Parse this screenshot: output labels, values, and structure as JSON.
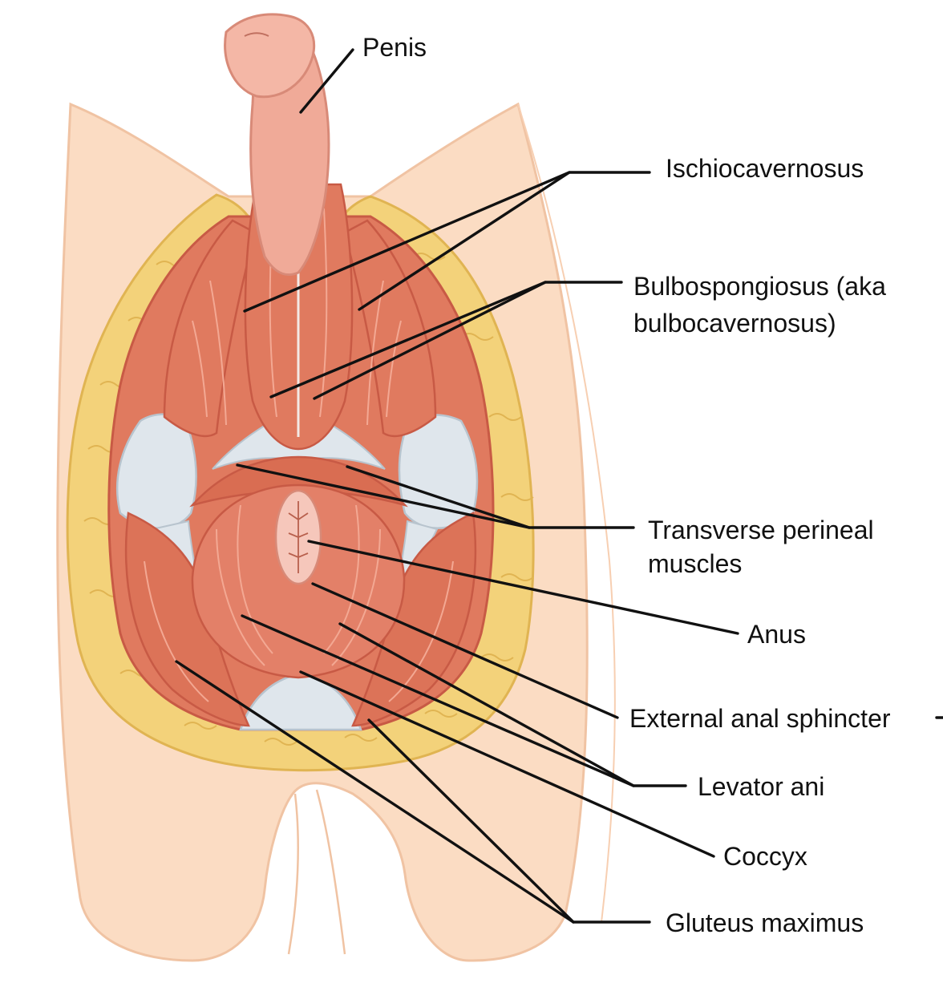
{
  "diagram": {
    "labels": {
      "penis": "Penis",
      "ischiocavernosus": "Ischiocavernosus",
      "bulbospongiosus_line1": "Bulbospongiosus (aka",
      "bulbospongiosus_line2": "bulbocavernosus)",
      "transverse_line1": "Transverse perineal",
      "transverse_line2": "muscles",
      "anus": "Anus",
      "external_anal_sphincter": "External anal sphincter",
      "levator_ani": "Levator ani",
      "coccyx": "Coccyx",
      "gluteus_maximus": "Gluteus maximus"
    }
  },
  "colors": {
    "skin": "#fbdcc3",
    "skin_outline": "#f0c3a3",
    "fat": "#f3d27a",
    "fat_outline": "#e0b452",
    "muscle": "#e07a5f",
    "muscle_dark": "#c85a45",
    "muscle_line": "#f3a893",
    "fascia": "#dfe6ec",
    "fascia_outline": "#b8c4ce",
    "penis": "#f0aa98",
    "penis_outline": "#d88a78",
    "anus": "#f6c7bb",
    "line": "#111111"
  }
}
